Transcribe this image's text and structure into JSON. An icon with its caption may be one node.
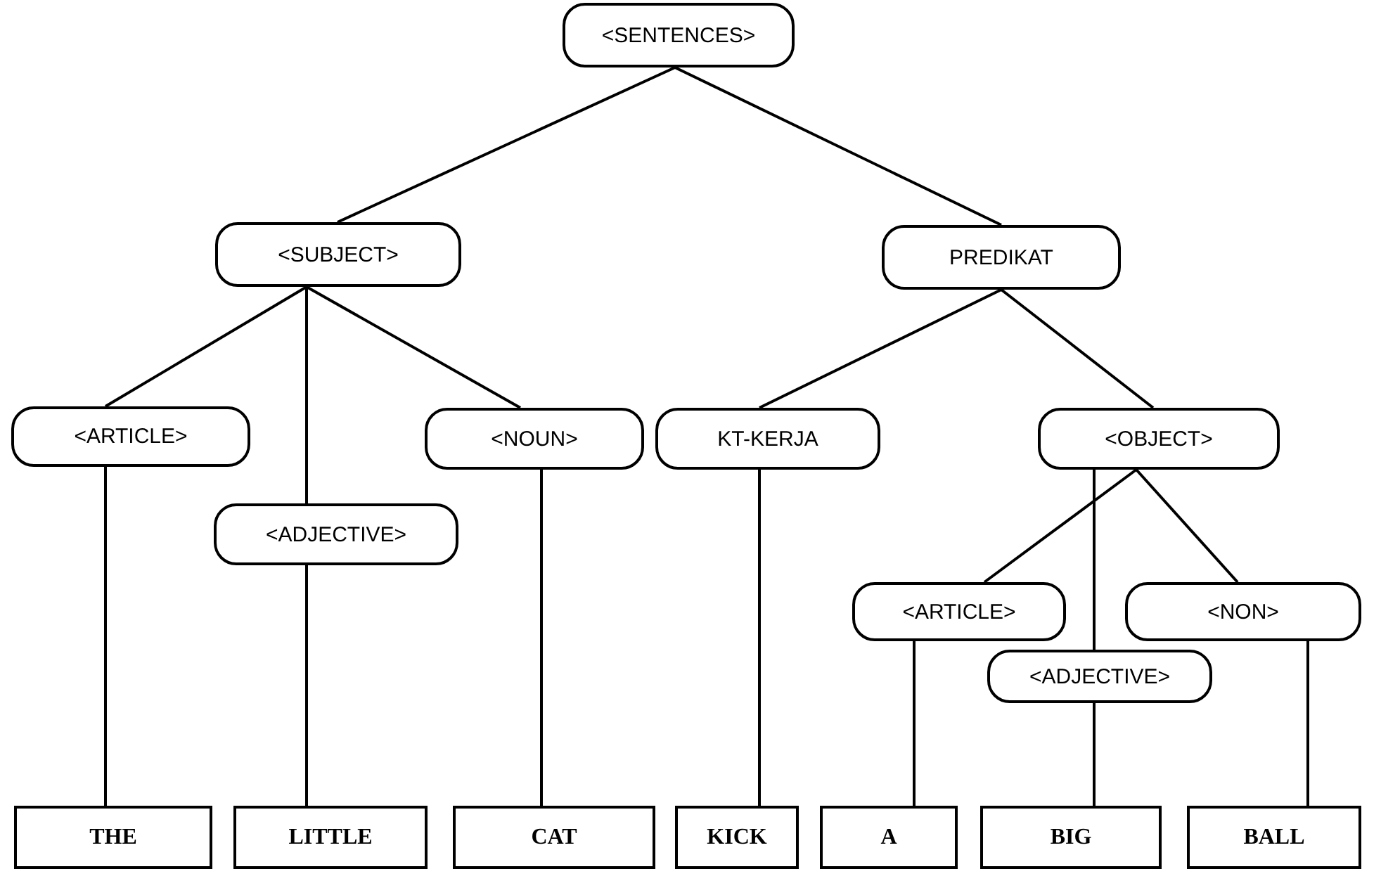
{
  "diagram": {
    "nodes": [
      {
        "text": [
          "<SENTENCES>"
        ]
      },
      {
        "text": [
          "<SUBJECT>"
        ]
      },
      {
        "text": [
          "PREDIKAT"
        ]
      },
      {
        "text": [
          "<ARTICLE>"
        ]
      },
      {
        "text": [
          "<ADJECTIVE>"
        ]
      },
      {
        "text": [
          "<NOUN>"
        ]
      },
      {
        "text": [
          "KT-KERJA"
        ]
      },
      {
        "text": [
          "<OBJECT>"
        ]
      },
      {
        "text": [
          "<ARTICLE>"
        ]
      },
      {
        "text": [
          "<ADJECTIVE>"
        ]
      },
      {
        "text": [
          "<NON>"
        ]
      },
      {
        "text": [
          "THE"
        ]
      },
      {
        "text": [
          "LITTLE"
        ]
      },
      {
        "text": [
          "CAT"
        ]
      },
      {
        "text": [
          "KICK"
        ]
      },
      {
        "text": [
          "A"
        ]
      },
      {
        "text": [
          "BIG"
        ]
      },
      {
        "text": [
          "BALL"
        ]
      }
    ],
    "edges": [
      {
        "from": 0,
        "to": 1,
        "arrow": "none"
      },
      {
        "from": 0,
        "to": 2,
        "arrow": "none"
      },
      {
        "from": 1,
        "to": 3,
        "arrow": "none"
      },
      {
        "from": 1,
        "to": 4,
        "arrow": "none"
      },
      {
        "from": 1,
        "to": 5,
        "arrow": "none"
      },
      {
        "from": 2,
        "to": 6,
        "arrow": "none"
      },
      {
        "from": 2,
        "to": 7,
        "arrow": "none"
      },
      {
        "from": 3,
        "to": 11,
        "arrow": "none"
      },
      {
        "from": 4,
        "to": 12,
        "arrow": "none"
      },
      {
        "from": 5,
        "to": 13,
        "arrow": "none"
      },
      {
        "from": 6,
        "to": 14,
        "arrow": "none"
      },
      {
        "from": 7,
        "to": 8,
        "arrow": "none"
      },
      {
        "from": 7,
        "to": 9,
        "arrow": "none"
      },
      {
        "from": 7,
        "to": 10,
        "arrow": "none"
      },
      {
        "from": 8,
        "to": 15,
        "arrow": "none"
      },
      {
        "from": 9,
        "to": 16,
        "arrow": "none"
      },
      {
        "from": 10,
        "to": 17,
        "arrow": "none"
      }
    ]
  }
}
